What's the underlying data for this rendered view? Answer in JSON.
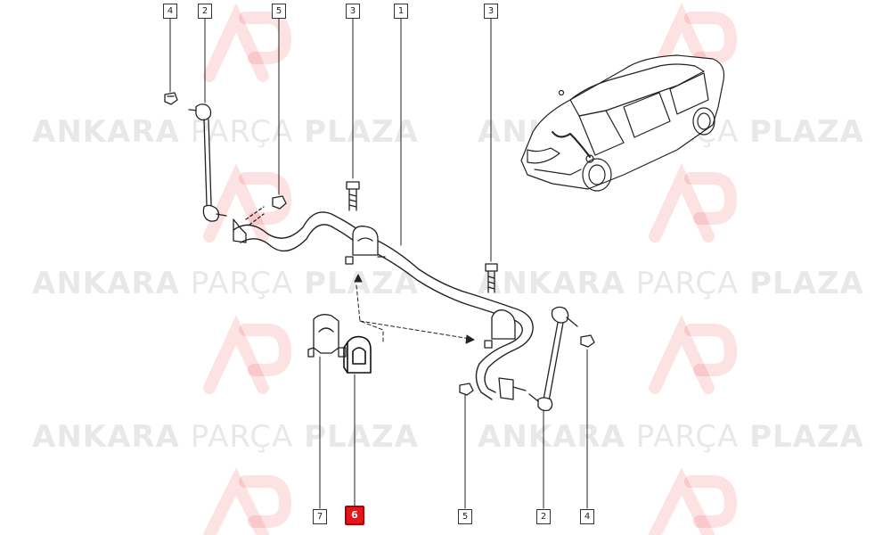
{
  "watermark": {
    "brand_bold_1": "ANKARA",
    "brand_thin": "PARÇA",
    "brand_bold_2": "PLAZA",
    "logo_letters": "AP",
    "color": "#e8141c"
  },
  "callouts": {
    "top_4": "4",
    "top_2": "2",
    "top_5": "5",
    "top_3a": "3",
    "top_1": "1",
    "top_3b": "3",
    "bottom_7": "7",
    "bottom_6": "6",
    "bottom_5": "5",
    "bottom_2": "2",
    "bottom_4": "4"
  },
  "highlight": {
    "part": "6",
    "color": "#e8141c"
  }
}
